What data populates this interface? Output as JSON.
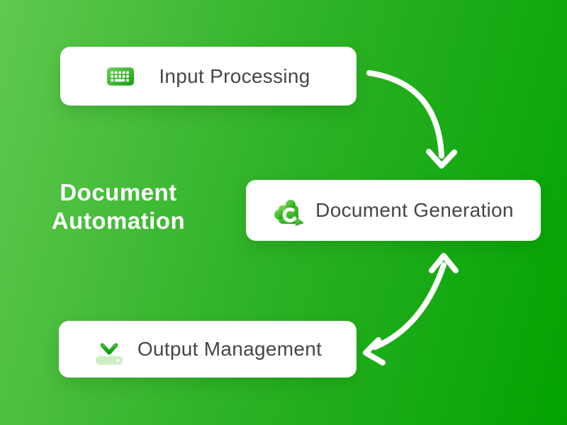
{
  "title": {
    "text": "Document Automation",
    "lines": [
      "Document",
      "Automation"
    ],
    "color": "#ffffff"
  },
  "nodes": [
    {
      "label": "Input Processing",
      "icon": "keyboard-icon"
    },
    {
      "label": "Document Generation",
      "icon": "puzzle-automation-icon"
    },
    {
      "label": "Output Management",
      "icon": "download-icon"
    }
  ],
  "connectors": [
    {
      "from": "Input Processing",
      "to": "Document Generation",
      "shape": "curved",
      "direction": "one-way"
    },
    {
      "from": "Document Generation",
      "to": "Output Management",
      "shape": "curved",
      "direction": "two-way"
    }
  ],
  "colors": {
    "background_gradient_from": "#60c850",
    "background_gradient_to": "#02a302",
    "card_background": "#ffffff",
    "card_text": "#43464a",
    "arrow": "#ffffff",
    "icon_green_light": "#6fcf5e",
    "icon_green_dark": "#12a30c",
    "download_tray": "#cdeec5"
  }
}
